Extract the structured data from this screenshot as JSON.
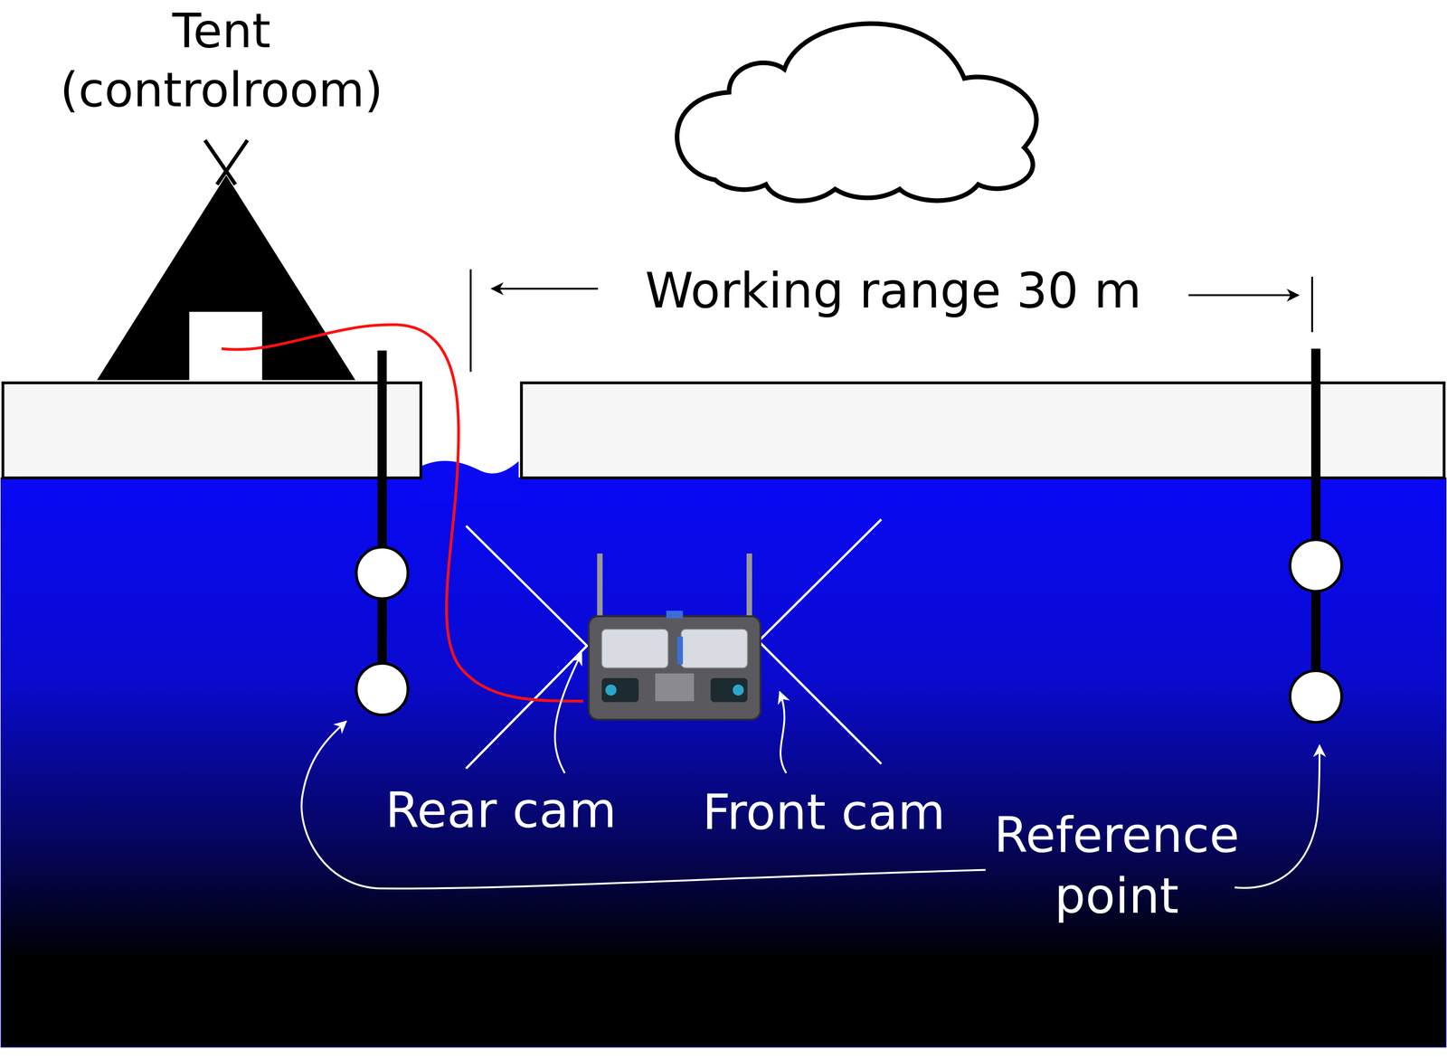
{
  "diagram": {
    "nodes": [
      {
        "text": [
          "Tent (controlroom)"
        ]
      }
    ],
    "labels": [
      "Working range 30 m",
      "Rear cam",
      "Front cam",
      "Reference point"
    ]
  }
}
